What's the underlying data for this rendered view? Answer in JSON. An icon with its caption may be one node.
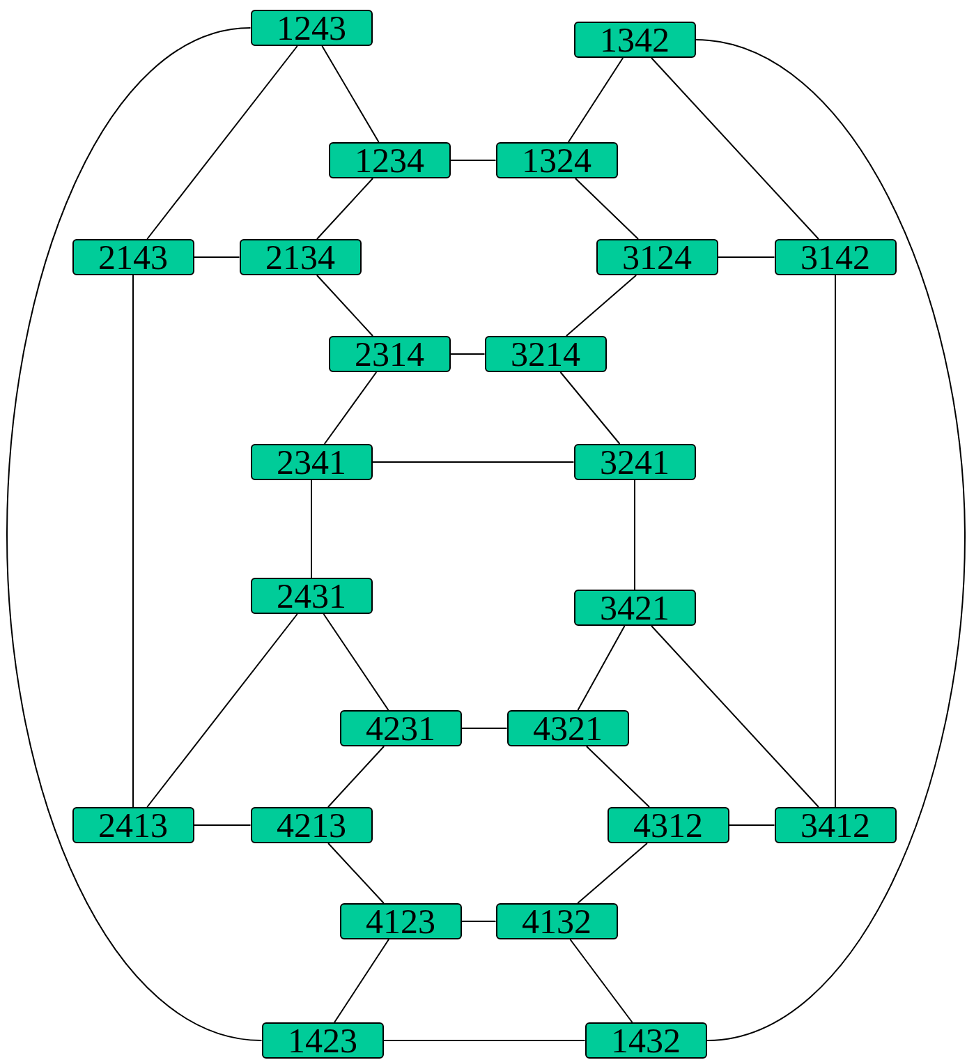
{
  "diagram": {
    "nodes": [
      {
        "text": [
          "1243"
        ]
      },
      {
        "text": [
          "1342"
        ]
      },
      {
        "text": [
          "1234"
        ]
      },
      {
        "text": [
          "1324"
        ]
      },
      {
        "text": [
          "2143"
        ]
      },
      {
        "text": [
          "2134"
        ]
      },
      {
        "text": [
          "3124"
        ]
      },
      {
        "text": [
          "3142"
        ]
      },
      {
        "text": [
          "2314"
        ]
      },
      {
        "text": [
          "3214"
        ]
      },
      {
        "text": [
          "2341"
        ]
      },
      {
        "text": [
          "3241"
        ]
      },
      {
        "text": [
          "2431"
        ]
      },
      {
        "text": [
          "3421"
        ]
      },
      {
        "text": [
          "4231"
        ]
      },
      {
        "text": [
          "4321"
        ]
      },
      {
        "text": [
          "2413"
        ]
      },
      {
        "text": [
          "4213"
        ]
      },
      {
        "text": [
          "4312"
        ]
      },
      {
        "text": [
          "3412"
        ]
      },
      {
        "text": [
          "4123"
        ]
      },
      {
        "text": [
          "4132"
        ]
      },
      {
        "text": [
          "1423"
        ]
      },
      {
        "text": [
          "1432"
        ]
      }
    ],
    "edges": [
      {
        "from": 0,
        "to": 4,
        "arrow": "none"
      },
      {
        "from": 0,
        "to": 2,
        "arrow": "none"
      },
      {
        "from": 0,
        "to": 22,
        "arrow": "none"
      },
      {
        "from": 1,
        "to": 3,
        "arrow": "none"
      },
      {
        "from": 1,
        "to": 7,
        "arrow": "none"
      },
      {
        "from": 1,
        "to": 23,
        "arrow": "none"
      },
      {
        "from": 2,
        "to": 3,
        "arrow": "none"
      },
      {
        "from": 2,
        "to": 5,
        "arrow": "none"
      },
      {
        "from": 3,
        "to": 6,
        "arrow": "none"
      },
      {
        "from": 4,
        "to": 5,
        "arrow": "none"
      },
      {
        "from": 4,
        "to": 16,
        "arrow": "none"
      },
      {
        "from": 5,
        "to": 8,
        "arrow": "none"
      },
      {
        "from": 6,
        "to": 7,
        "arrow": "none"
      },
      {
        "from": 6,
        "to": 9,
        "arrow": "none"
      },
      {
        "from": 7,
        "to": 19,
        "arrow": "none"
      },
      {
        "from": 8,
        "to": 9,
        "arrow": "none"
      },
      {
        "from": 8,
        "to": 10,
        "arrow": "none"
      },
      {
        "from": 9,
        "to": 11,
        "arrow": "none"
      },
      {
        "from": 10,
        "to": 11,
        "arrow": "none"
      },
      {
        "from": 10,
        "to": 12,
        "arrow": "none"
      },
      {
        "from": 11,
        "to": 13,
        "arrow": "none"
      },
      {
        "from": 12,
        "to": 16,
        "arrow": "none"
      },
      {
        "from": 12,
        "to": 14,
        "arrow": "none"
      },
      {
        "from": 13,
        "to": 15,
        "arrow": "none"
      },
      {
        "from": 13,
        "to": 19,
        "arrow": "none"
      },
      {
        "from": 14,
        "to": 15,
        "arrow": "none"
      },
      {
        "from": 14,
        "to": 17,
        "arrow": "none"
      },
      {
        "from": 15,
        "to": 18,
        "arrow": "none"
      },
      {
        "from": 16,
        "to": 17,
        "arrow": "none"
      },
      {
        "from": 17,
        "to": 20,
        "arrow": "none"
      },
      {
        "from": 18,
        "to": 19,
        "arrow": "none"
      },
      {
        "from": 18,
        "to": 21,
        "arrow": "none"
      },
      {
        "from": 20,
        "to": 21,
        "arrow": "none"
      },
      {
        "from": 20,
        "to": 22,
        "arrow": "none"
      },
      {
        "from": 21,
        "to": 23,
        "arrow": "none"
      },
      {
        "from": 22,
        "to": 23,
        "arrow": "none"
      }
    ]
  }
}
